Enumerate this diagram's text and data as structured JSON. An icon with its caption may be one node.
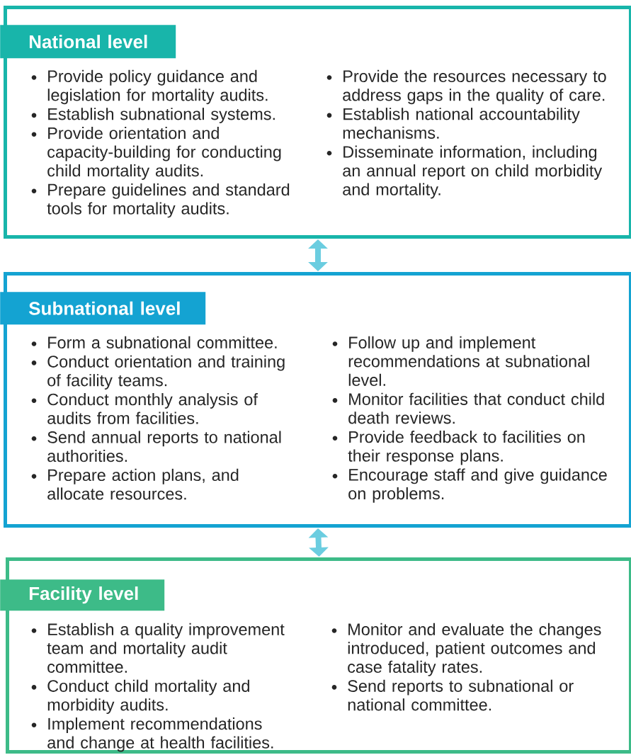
{
  "diagram": {
    "nodes": [
      {
        "text": [
          "National level",
          "Provide policy guidance and legislation for mortality audits.",
          "Establish subnational systems.",
          "Provide orientation and capacity-building for conducting child mortality audits.",
          "Prepare guidelines and standard tools for mortality audits.",
          "Provide the resources necessary to address gaps in the quality of care.",
          "Establish national accountability mechanisms.",
          "Disseminate information, including an annual report on child morbidity and mortality."
        ]
      },
      {
        "text": [
          "Subnational level",
          "Form a subnational committee.",
          "Conduct orientation and training of facility teams.",
          "Conduct monthly analysis of audits from facilities.",
          "Send annual reports to national authorities.",
          "Prepare action plans, and allocate resources.",
          "Follow up and implement recommendations at subnational level.",
          "Monitor facilities that conduct child death reviews.",
          "Provide feedback to facilities on their response plans.",
          "Encourage staff and give guidance on problems."
        ]
      },
      {
        "text": [
          "Facility level",
          "Establish a quality improvement team and mortality audit committee.",
          "Conduct child mortality and morbidity audits.",
          "Implement recommendations and change at health facilities.",
          "Monitor and evaluate the changes introduced, patient outcomes and case fatality rates.",
          "Send reports to subnational or national committee."
        ]
      }
    ],
    "edges": [
      {
        "from": 0,
        "to": 1,
        "arrow": "both"
      },
      {
        "from": 1,
        "to": 2,
        "arrow": "both"
      }
    ]
  }
}
